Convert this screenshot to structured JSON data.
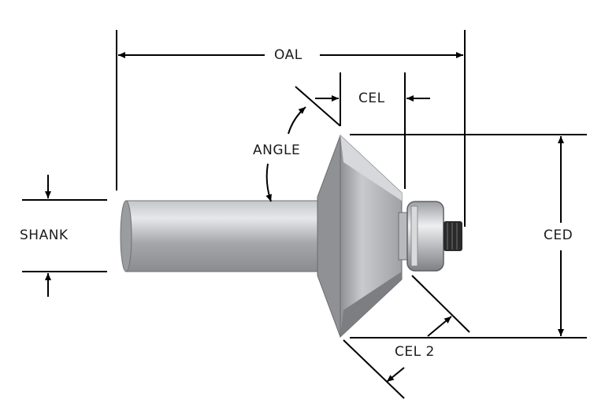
{
  "labels": {
    "oal": "OAL",
    "cel": "CEL",
    "angle": "ANGLE",
    "shank": "SHANK",
    "ced": "CED",
    "cel2": "CEL 2"
  },
  "colors": {
    "line": "#000000",
    "text": "#1c1c1c",
    "steel_light": "#dcdde0",
    "steel_mid": "#a9abaf",
    "steel_dark": "#7a7c80",
    "cutter_face": "#b4b6ba",
    "bearing_dark": "#2a2a2a"
  }
}
